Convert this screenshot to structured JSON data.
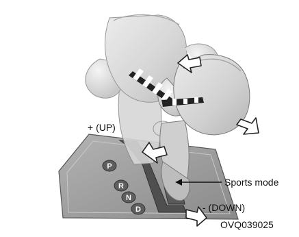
{
  "labels": {
    "up": "+ (UP)",
    "down": "- (DOWN)",
    "sports_mode": "Sports mode",
    "image_code": "OVQ039025"
  },
  "gears": [
    "P",
    "R",
    "N",
    "D"
  ],
  "icons": [
    "arrow-forward-icon",
    "arrow-back-icon",
    "arrow-up-icon",
    "arrow-down-icon",
    "pointer-arrow-icon"
  ],
  "colors": {
    "background": "#ffffff",
    "lever_fill": "#d7d7d7",
    "lever_shade": "#b9b9b9",
    "plate_fill": "#9a9a9a",
    "gear_button": "#5e5e5e",
    "text": "#111111"
  }
}
